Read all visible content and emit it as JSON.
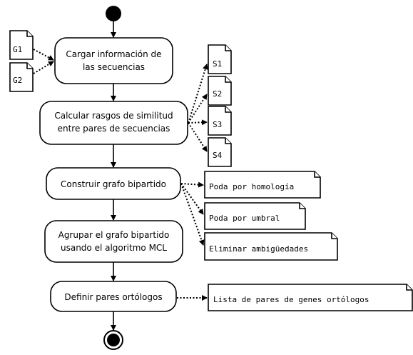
{
  "activities": {
    "load_line1": "Cargar información de",
    "load_line2": "las secuencias",
    "calc_line1": "Calcular rasgos de similitud",
    "calc_line2": "entre pares de secuencias",
    "build": "Construir grafo bipartido",
    "group_line1": "Agrupar el grafo bipartido",
    "group_line2": "usando el algoritmo MCL",
    "define": "Definir pares ortólogos"
  },
  "inputs": [
    "G1",
    "G2"
  ],
  "features": [
    "S1",
    "S2",
    "S3",
    "S4"
  ],
  "pruning": [
    "Poda por homología",
    "Poda por umbral",
    "Eliminar ambigüedades"
  ],
  "output": "Lista de pares de genes ortólogos"
}
